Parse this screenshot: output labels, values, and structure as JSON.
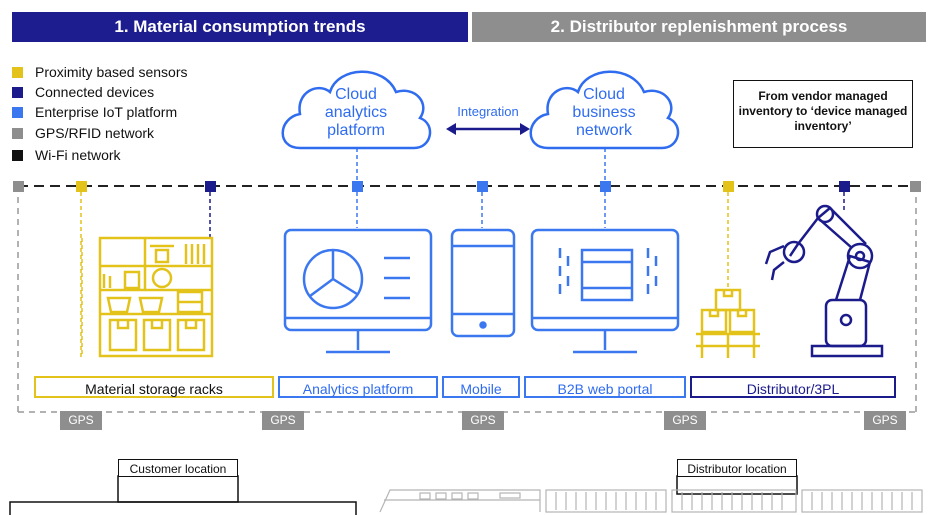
{
  "banners": {
    "left": "1. Material consumption trends",
    "right": "2. Distributor replenishment process"
  },
  "colors": {
    "yellow": "#e3c21a",
    "navy": "#1b1b8c",
    "blue": "#3b78f0",
    "gray": "#8e8e8e",
    "black": "#111111"
  },
  "legend": [
    {
      "label": "Proximity based sensors",
      "color": "#e3c21a"
    },
    {
      "label": "Connected devices",
      "color": "#1b1b8c"
    },
    {
      "label": "Enterprise IoT platform",
      "color": "#3b78f0"
    },
    {
      "label": "GPS/RFID network",
      "color": "#8e8e8e"
    },
    {
      "label": "Wi-Fi network",
      "color": "#111111"
    }
  ],
  "clouds": {
    "analytics": [
      "Cloud",
      "analytics",
      "platform"
    ],
    "business": [
      "Cloud",
      "business",
      "network"
    ],
    "integration": "Integration"
  },
  "vendor_note": "From vendor managed inventory to ‘device managed inventory’",
  "labels": {
    "storage": "Material storage racks",
    "analytics": "Analytics platform",
    "mobile": "Mobile",
    "portal": "B2B web portal",
    "distributor": "Distributor/3PL"
  },
  "gps": [
    "GPS",
    "GPS",
    "GPS",
    "GPS",
    "GPS"
  ],
  "locations": {
    "customer": "Customer location",
    "distributor": "Distributor location"
  },
  "icons": [
    "storage-rack-icon",
    "analytics-monitor-icon",
    "mobile-phone-icon",
    "web-portal-monitor-icon",
    "box-pallet-icon",
    "robot-arm-icon",
    "train-icon"
  ]
}
